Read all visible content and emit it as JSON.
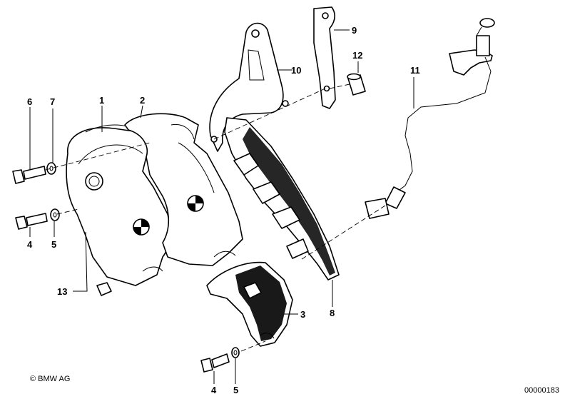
{
  "callouts": {
    "c1": "1",
    "c2": "2",
    "c3": "3",
    "c4a": "4",
    "c4b": "4",
    "c5a": "5",
    "c5b": "5",
    "c6": "6",
    "c7": "7",
    "c8": "8",
    "c9": "9",
    "c10": "10",
    "c11": "11",
    "c12": "12",
    "c13": "13"
  },
  "footer": {
    "copyright": "© BMW AG",
    "document_number": "00000183"
  }
}
